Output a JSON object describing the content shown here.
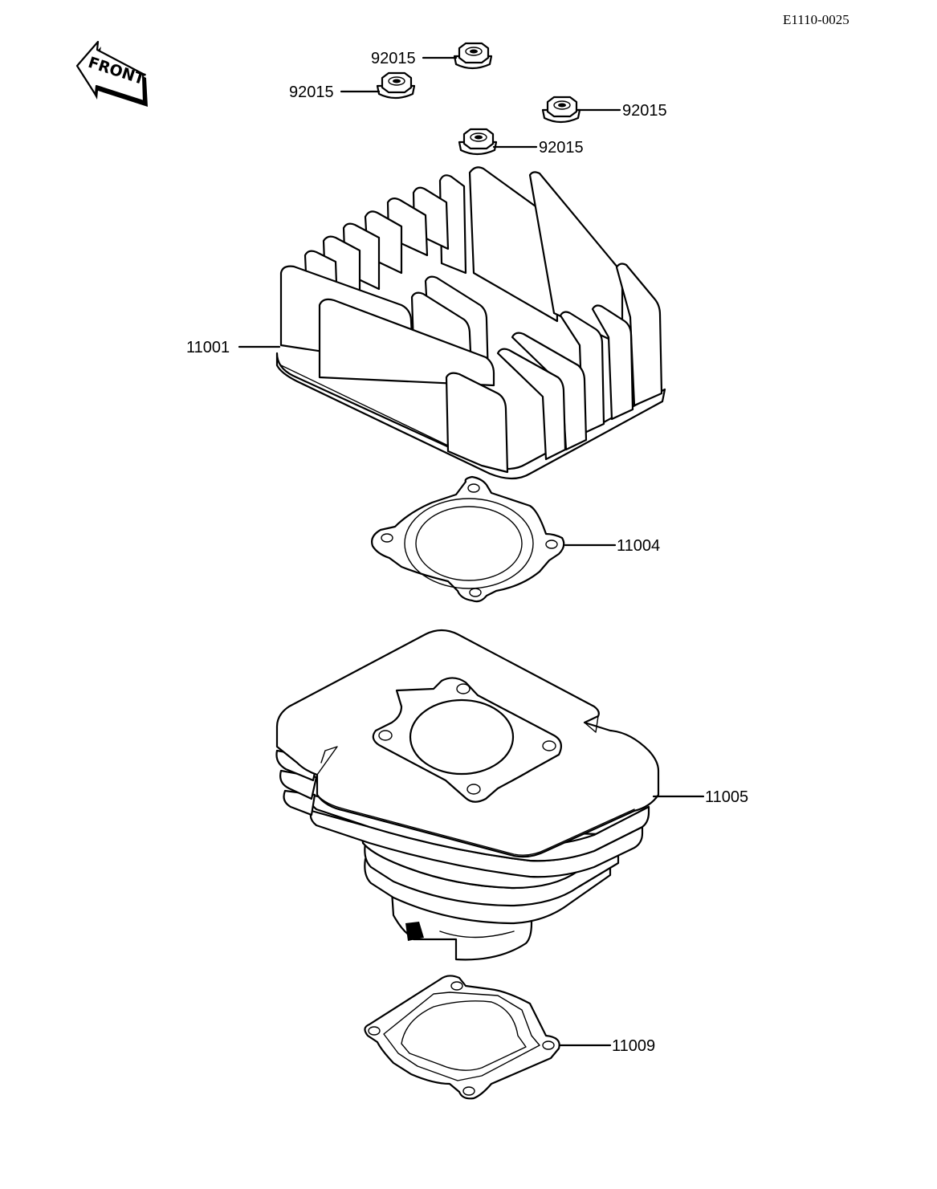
{
  "diagram": {
    "ref_code": "E1110-0025",
    "front_label": "FRONT",
    "parts": [
      {
        "id": "nut-1",
        "number": "92015"
      },
      {
        "id": "nut-2",
        "number": "92015"
      },
      {
        "id": "nut-3",
        "number": "92015"
      },
      {
        "id": "nut-4",
        "number": "92015"
      },
      {
        "id": "cylinder-head",
        "number": "11001"
      },
      {
        "id": "head-gasket",
        "number": "11004"
      },
      {
        "id": "cylinder",
        "number": "11005"
      },
      {
        "id": "base-gasket",
        "number": "11009"
      }
    ]
  }
}
